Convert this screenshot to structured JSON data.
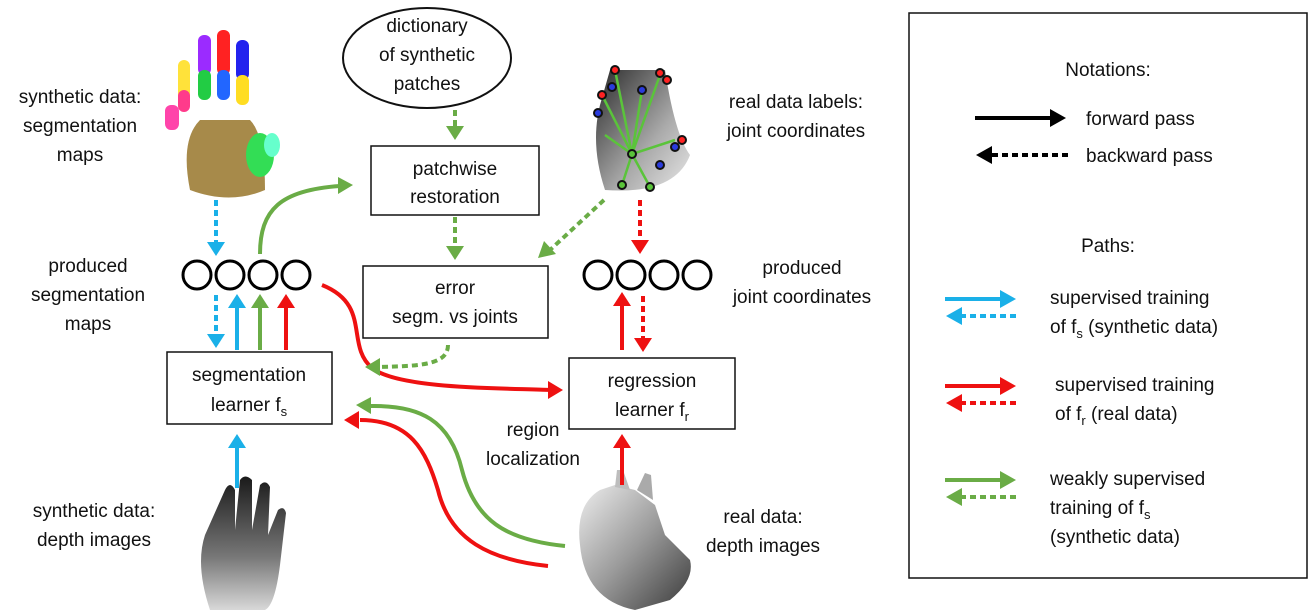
{
  "labels": {
    "synthetic_seg": [
      "synthetic data:",
      "segmentation",
      "maps"
    ],
    "produced_seg": [
      "produced",
      "segmentation",
      "maps"
    ],
    "synthetic_depth": [
      "synthetic data:",
      "depth images"
    ],
    "real_labels": [
      "real data labels:",
      "joint coordinates"
    ],
    "produced_joint": [
      "produced",
      "joint coordinates"
    ],
    "real_depth": [
      "real data:",
      "depth images"
    ],
    "region": [
      "region",
      "localization"
    ]
  },
  "nodes": {
    "dictionary": [
      "dictionary",
      "of synthetic",
      "patches"
    ],
    "patchwise": [
      "patchwise",
      "restoration"
    ],
    "error": [
      "error",
      "segm. vs joints"
    ],
    "seg_learner": {
      "text": "segmentation",
      "line2": "learner f",
      "sub": "s"
    },
    "reg_learner": {
      "text": "regression",
      "line2": "learner f",
      "sub": "r"
    }
  },
  "legend": {
    "notations_title": "Notations:",
    "forward": "forward pass",
    "backward": "backward pass",
    "paths_title": "Paths:",
    "path1": [
      {
        "t": "supervised training"
      },
      {
        "t": "of f",
        "s": "s",
        "rest": " (synthetic data)"
      }
    ],
    "path2": [
      {
        "t": "supervised training"
      },
      {
        "t": "of f",
        "s": "r",
        "rest": " (real data)"
      }
    ],
    "path3": [
      {
        "t": "weakly supervised"
      },
      {
        "t": "training of f",
        "s": "s"
      },
      {
        "t": "(synthetic data)"
      }
    ]
  },
  "colors": {
    "blue": "#1ab0e8",
    "red": "#ee1111",
    "green": "#6aac46",
    "black": "#000000"
  }
}
